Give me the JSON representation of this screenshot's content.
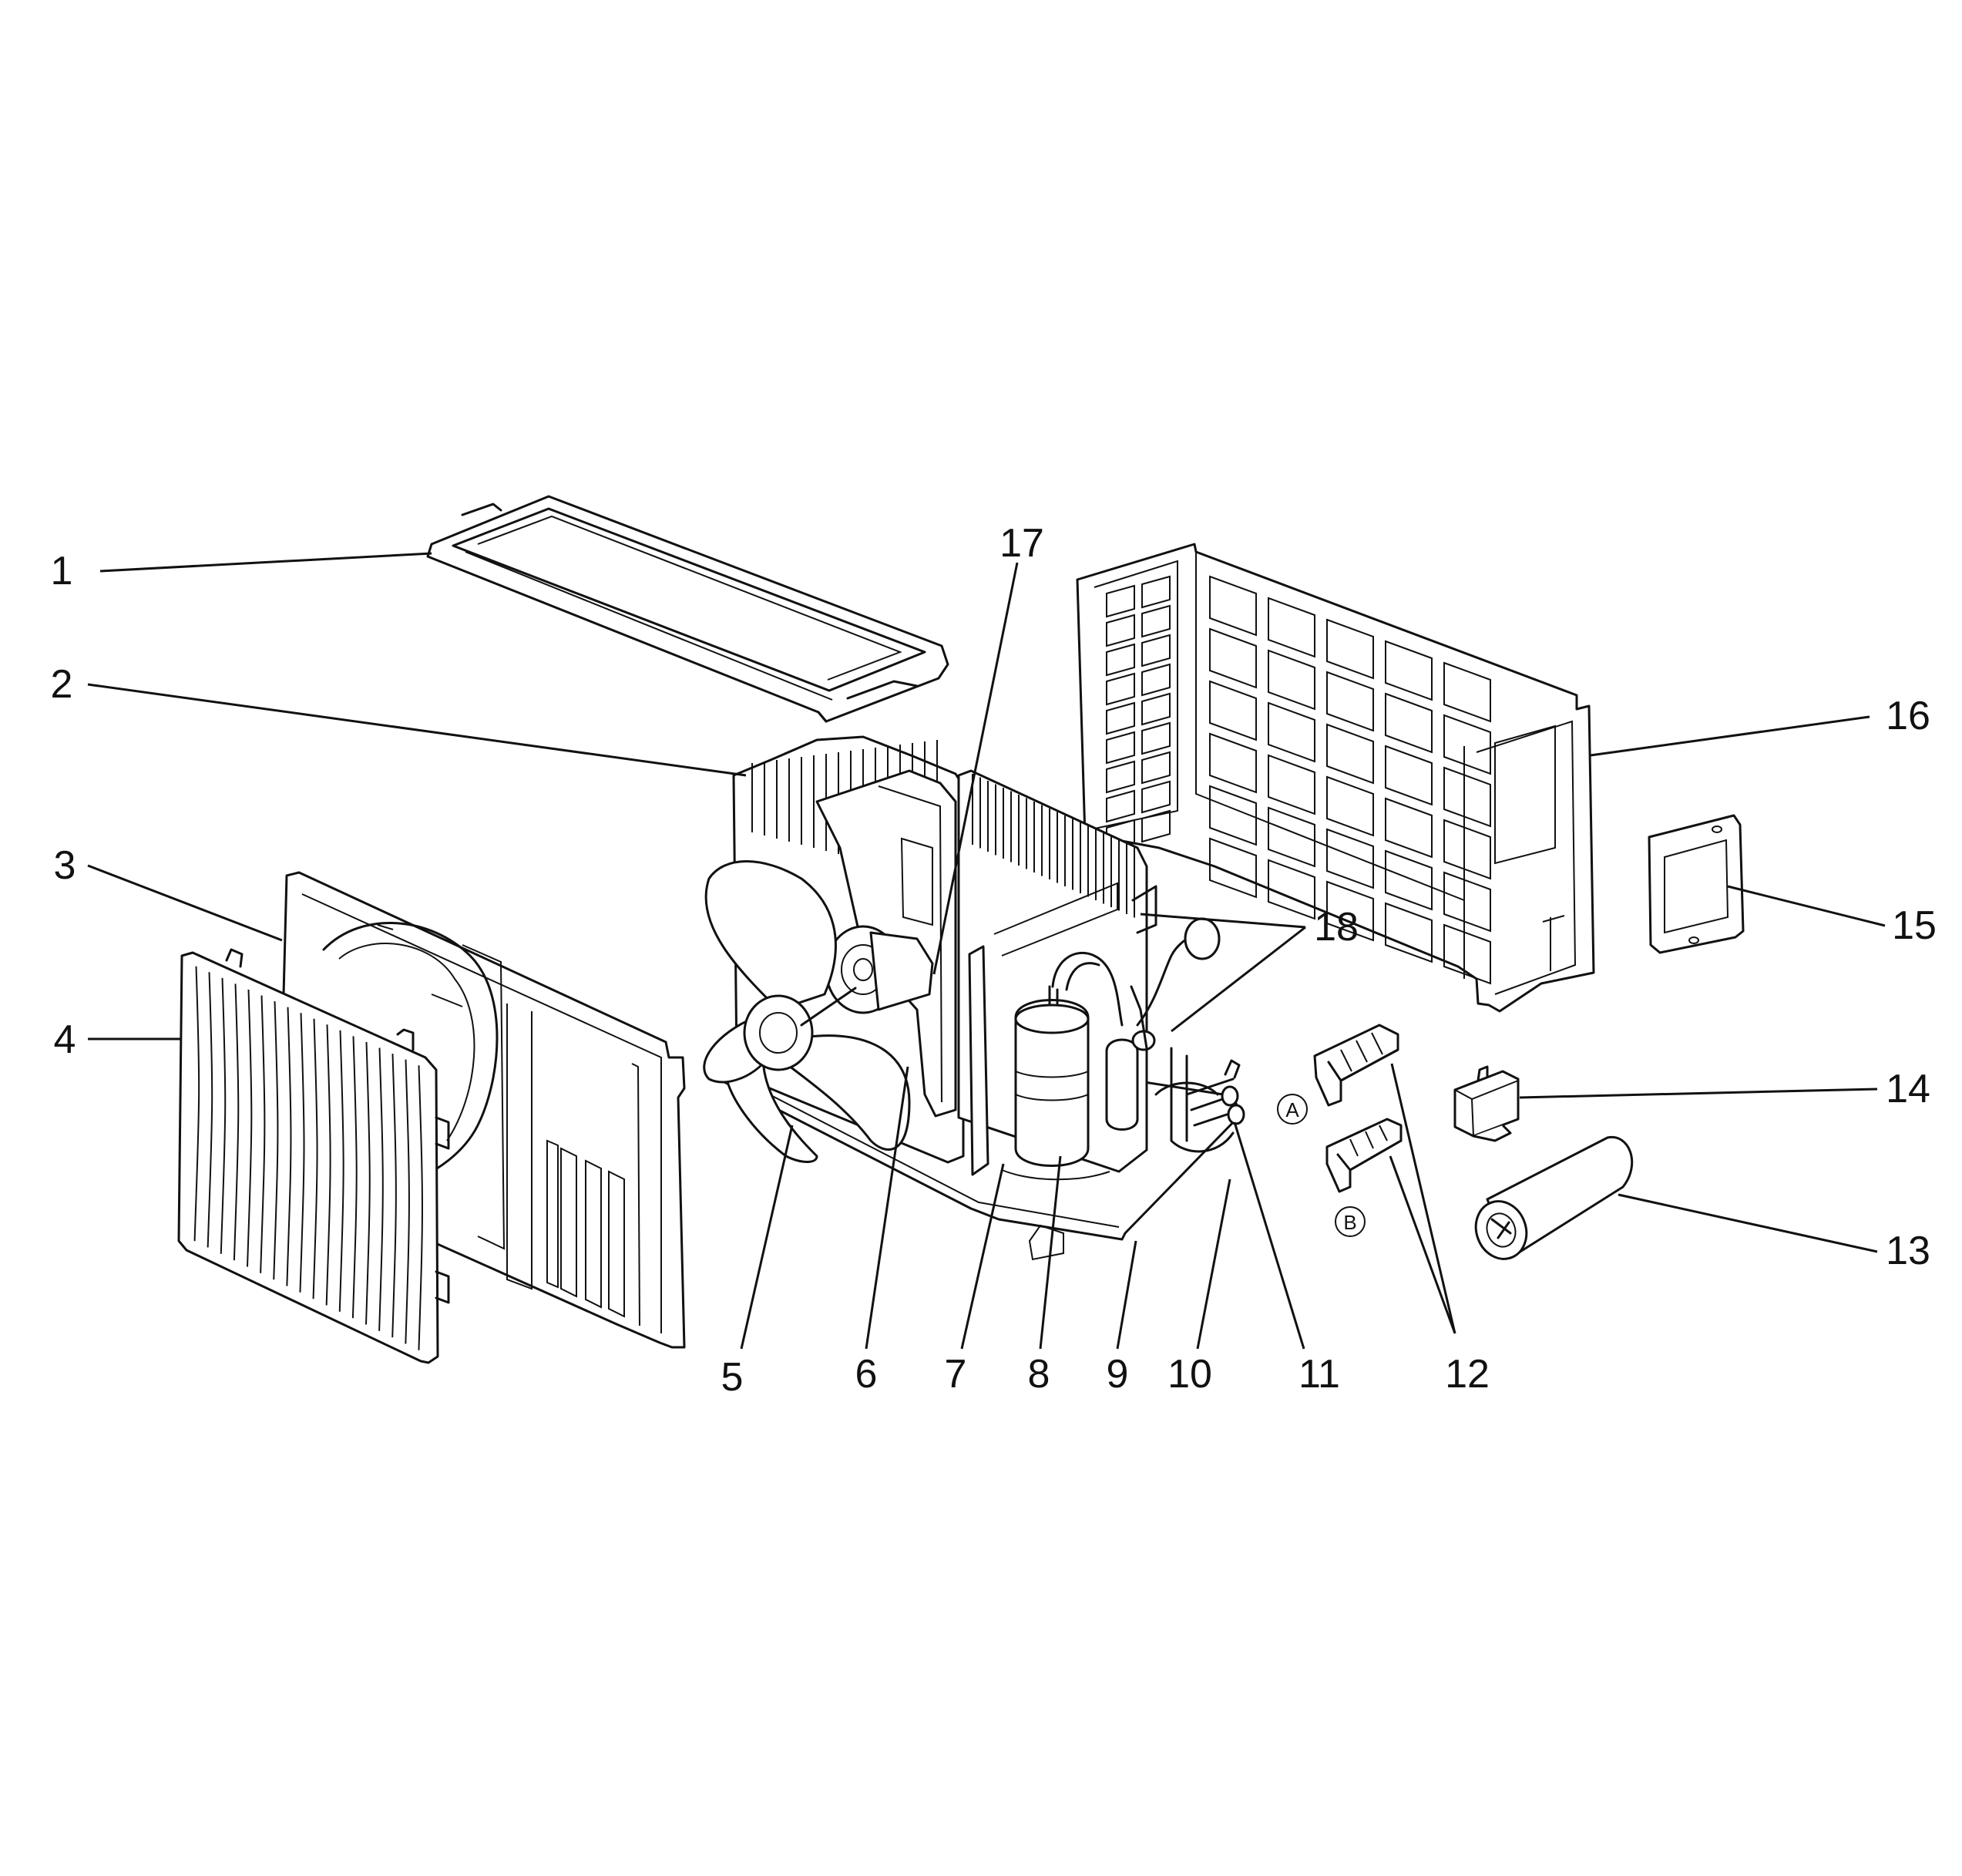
{
  "callouts": [
    {
      "id": "1",
      "text": "1"
    },
    {
      "id": "2",
      "text": "2"
    },
    {
      "id": "3",
      "text": "3"
    },
    {
      "id": "4",
      "text": "4"
    },
    {
      "id": "5",
      "text": "5"
    },
    {
      "id": "6",
      "text": "6"
    },
    {
      "id": "7",
      "text": "7"
    },
    {
      "id": "8",
      "text": "8"
    },
    {
      "id": "9",
      "text": "9"
    },
    {
      "id": "10",
      "text": "10"
    },
    {
      "id": "11",
      "text": "11"
    },
    {
      "id": "12",
      "text": "12"
    },
    {
      "id": "13",
      "text": "13"
    },
    {
      "id": "14",
      "text": "14"
    },
    {
      "id": "15",
      "text": "15"
    },
    {
      "id": "16",
      "text": "16"
    },
    {
      "id": "17",
      "text": "17"
    },
    {
      "id": "18",
      "text": "18"
    }
  ],
  "variants": {
    "a": "A",
    "b": "B"
  }
}
